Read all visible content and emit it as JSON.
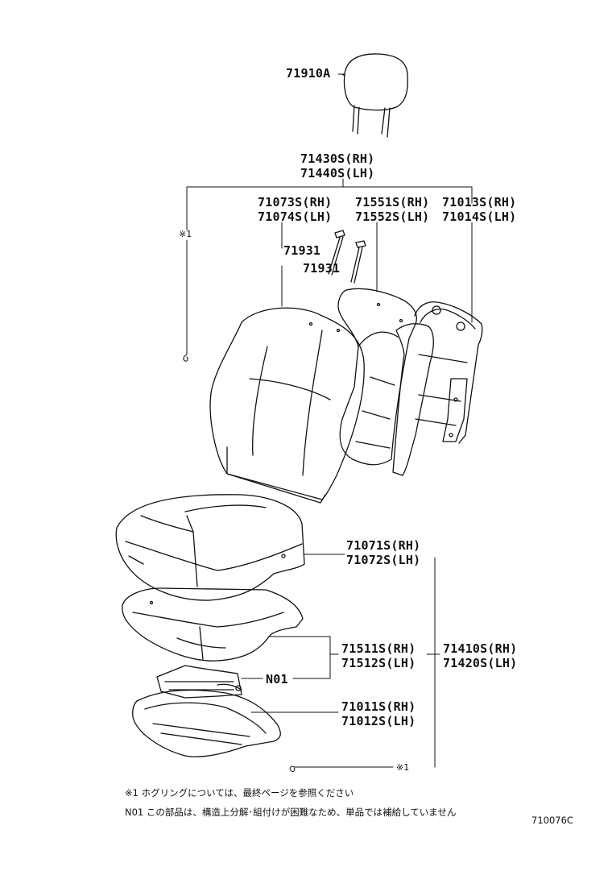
{
  "parts": {
    "headrest": "71910A",
    "back_assy_rh": "71430S(RH)",
    "back_assy_lh": "71440S(LH)",
    "back_cover_rh": "71073S(RH)",
    "back_cover_lh": "71074S(LH)",
    "back_pad_rh": "71551S(RH)",
    "back_pad_lh": "71552S(LH)",
    "back_frame_rh": "71013S(RH)",
    "back_frame_lh": "71014S(LH)",
    "support_a": "71931",
    "support_b": "71931",
    "cushion_cover_rh": "71071S(RH)",
    "cushion_cover_lh": "71072S(LH)",
    "cushion_pad_rh": "71511S(RH)",
    "cushion_pad_lh": "71512S(LH)",
    "cushion_assy_rh": "71410S(RH)",
    "cushion_assy_lh": "71420S(LH)",
    "cushion_frame_rh": "71011S(RH)",
    "cushion_frame_lh": "71012S(LH)",
    "note_ref": "N01",
    "hog_ring_ref_top": "※1",
    "hog_ring_ref_bottom": "※1"
  },
  "notes": {
    "note1": "※1  ホグリングについては、最終ページを参照ください",
    "note2": "N01  この部品は、構造上分解･組付けが困難なため、単品では補給していません"
  },
  "diagram_code": "710076C"
}
